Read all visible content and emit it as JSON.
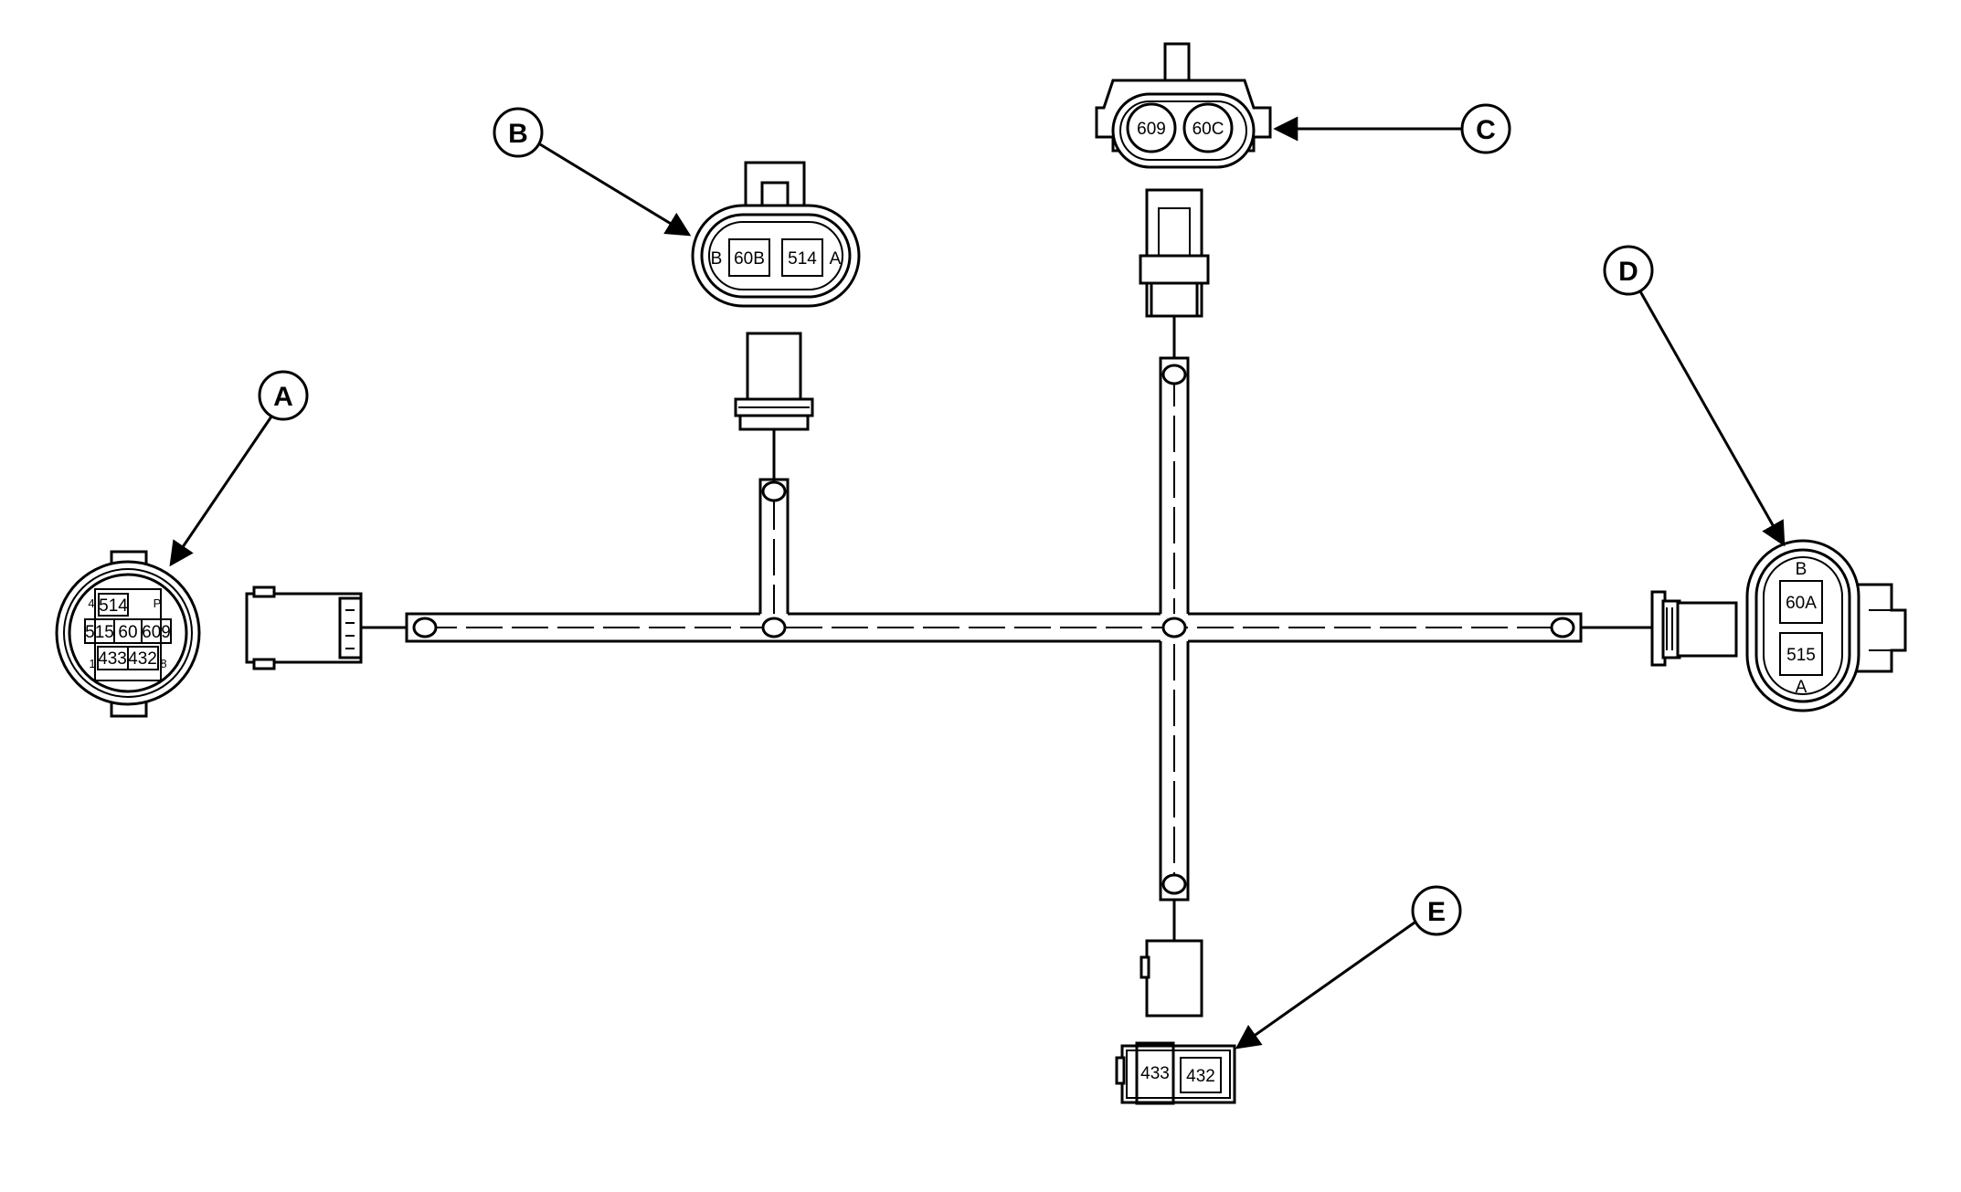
{
  "callouts": {
    "a": "A",
    "b": "B",
    "c": "C",
    "d": "D",
    "e": "E"
  },
  "connector_a": {
    "pins": [
      "514",
      "515",
      "60",
      "609",
      "433",
      "432"
    ],
    "markers": [
      "4",
      "P",
      "1",
      "8"
    ]
  },
  "connector_b": {
    "pins": [
      "60B",
      "514"
    ],
    "sides": [
      "B",
      "A"
    ]
  },
  "connector_c": {
    "pins": [
      "609",
      "60C"
    ]
  },
  "connector_d": {
    "pins": [
      "60A",
      "515"
    ],
    "sides": [
      "B",
      "A"
    ]
  },
  "connector_e": {
    "pins": [
      "433",
      "432"
    ]
  },
  "colors": {
    "line": "#000000",
    "background": "#ffffff"
  }
}
